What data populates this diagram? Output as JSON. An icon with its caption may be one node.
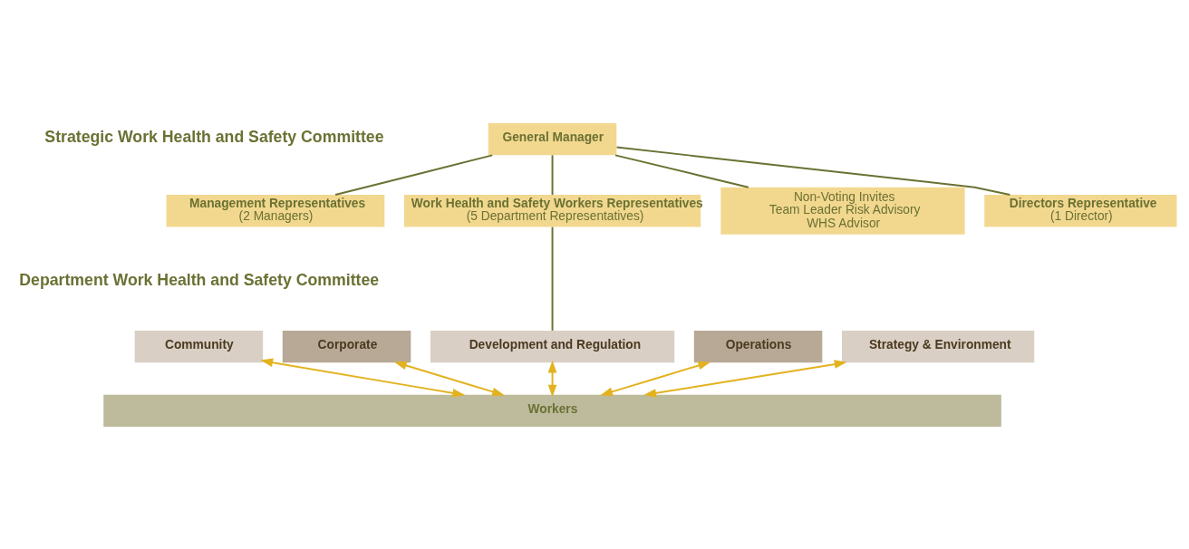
{
  "diagram": {
    "nodes": [
      {
        "text": [
          "General Manager"
        ]
      },
      {
        "text": [
          "Directors Representative",
          "(1 Director)"
        ]
      },
      {
        "text": [
          "Management Representatives",
          "(2 Managers)"
        ]
      },
      {
        "text": [
          "Work Health and Safety Workers Representatives",
          "(5 Department Representatives)"
        ]
      },
      {
        "text": [
          "Non-Voting Invites",
          "Team Leader Risk Advisory",
          "WHS Advisor"
        ]
      },
      {
        "text": [
          "Community"
        ]
      },
      {
        "text": [
          "Corporate"
        ]
      },
      {
        "text": [
          "Development and Regulation"
        ]
      },
      {
        "text": [
          "Operations"
        ]
      },
      {
        "text": [
          "Strategy & Environment"
        ]
      },
      {
        "text": [
          "Workers"
        ]
      }
    ],
    "edges": [
      {
        "from": 0,
        "to": 1,
        "arrow": "none"
      },
      {
        "from": 0,
        "to": 2,
        "arrow": "none"
      },
      {
        "from": 0,
        "to": 3,
        "arrow": "none"
      },
      {
        "from": 0,
        "to": 4,
        "arrow": "none"
      },
      {
        "from": 3,
        "to": 7,
        "arrow": "none"
      },
      {
        "from": 5,
        "to": 10,
        "arrow": "both",
        "color": "#e3b21f"
      },
      {
        "from": 6,
        "to": 10,
        "arrow": "both",
        "color": "#e3b21f"
      },
      {
        "from": 7,
        "to": 10,
        "arrow": "both",
        "color": "#e3b21f"
      },
      {
        "from": 8,
        "to": 10,
        "arrow": "both",
        "color": "#e3b21f"
      },
      {
        "from": 9,
        "to": 10,
        "arrow": "both",
        "color": "#e3b21f"
      }
    ],
    "labels": [
      "Strategic Work Health and Safety Committee",
      "Department Work Health and Safety Committee"
    ]
  }
}
